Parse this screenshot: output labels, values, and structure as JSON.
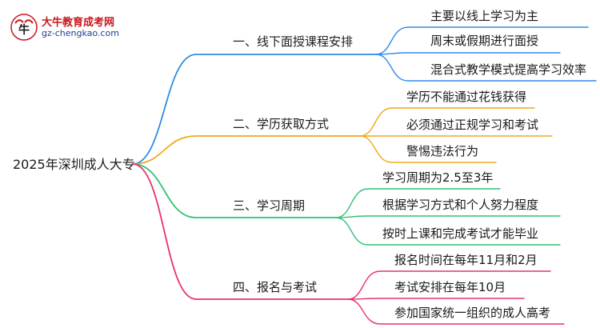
{
  "logo": {
    "title": "大牛教育成考网",
    "url": "gz-chengkao.com"
  },
  "root": "2025年深圳成人大专",
  "branches": [
    {
      "label": "一、线下面授课程安排",
      "color": "#2e8be6",
      "leaves": [
        "主要以线上学习为主",
        "周末或假期进行面授",
        "混合式教学模式提高学习效率"
      ]
    },
    {
      "label": "二、学历获取方式",
      "color": "#f0a81c",
      "leaves": [
        "学历不能通过花钱获得",
        "必须通过正规学习和考试",
        "警惕违法行为"
      ]
    },
    {
      "label": "三、学习周期",
      "color": "#2ec474",
      "leaves": [
        "学习周期为2.5至3年",
        "根据学习方式和个人努力程度",
        "按时上课和完成考试才能毕业"
      ]
    },
    {
      "label": "四、报名与考试",
      "color": "#e8316f",
      "leaves": [
        "报名时间在每年11月和2月",
        "考试安排在每年10月",
        "参加国家统一组织的成人高考"
      ]
    }
  ]
}
